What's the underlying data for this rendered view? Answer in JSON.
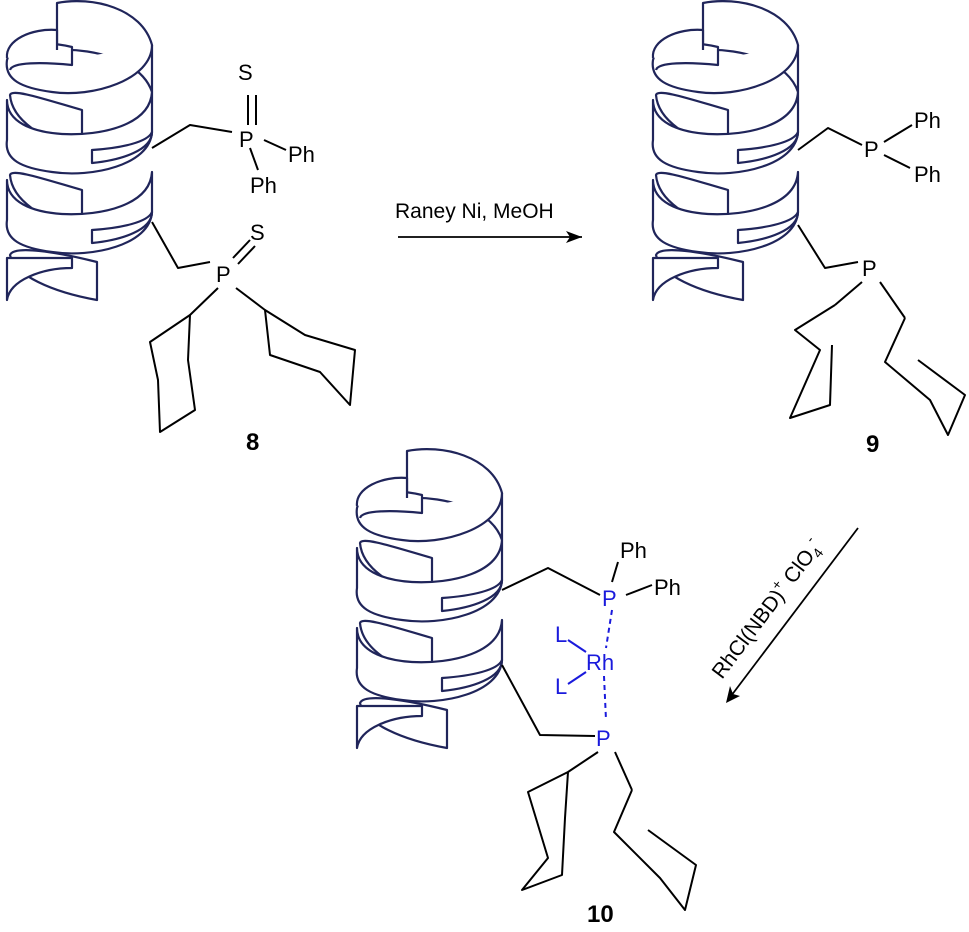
{
  "compounds": [
    {
      "id": "8",
      "number": "8",
      "atoms": {
        "p_upper": "P",
        "s_upper": "S",
        "ph_a": "Ph",
        "ph_b": "Ph",
        "p_lower": "P",
        "s_lower": "S"
      }
    },
    {
      "id": "9",
      "number": "9",
      "atoms": {
        "p_upper": "P",
        "ph_a": "Ph",
        "ph_b": "Ph",
        "p_lower": "P"
      }
    },
    {
      "id": "10",
      "number": "10",
      "atoms": {
        "p_upper": "P",
        "ph_a": "Ph",
        "ph_b": "Ph",
        "rh": "Rh",
        "ligand_a": "L",
        "ligand_b": "L",
        "p_lower": "P"
      }
    }
  ],
  "reactions": [
    {
      "from": "8",
      "to": "9",
      "conditions": "Raney Ni, MeOH"
    },
    {
      "from": "9",
      "to": "10",
      "conditions": {
        "main": "RhCl(NBD)",
        "charge_plus": "+",
        "anion": "ClO",
        "anion_subscript": "4",
        "charge_minus": "-"
      }
    }
  ],
  "colors": {
    "helix": "#20255a",
    "bond": "#000000",
    "metal_complex": "#1a1adc"
  }
}
